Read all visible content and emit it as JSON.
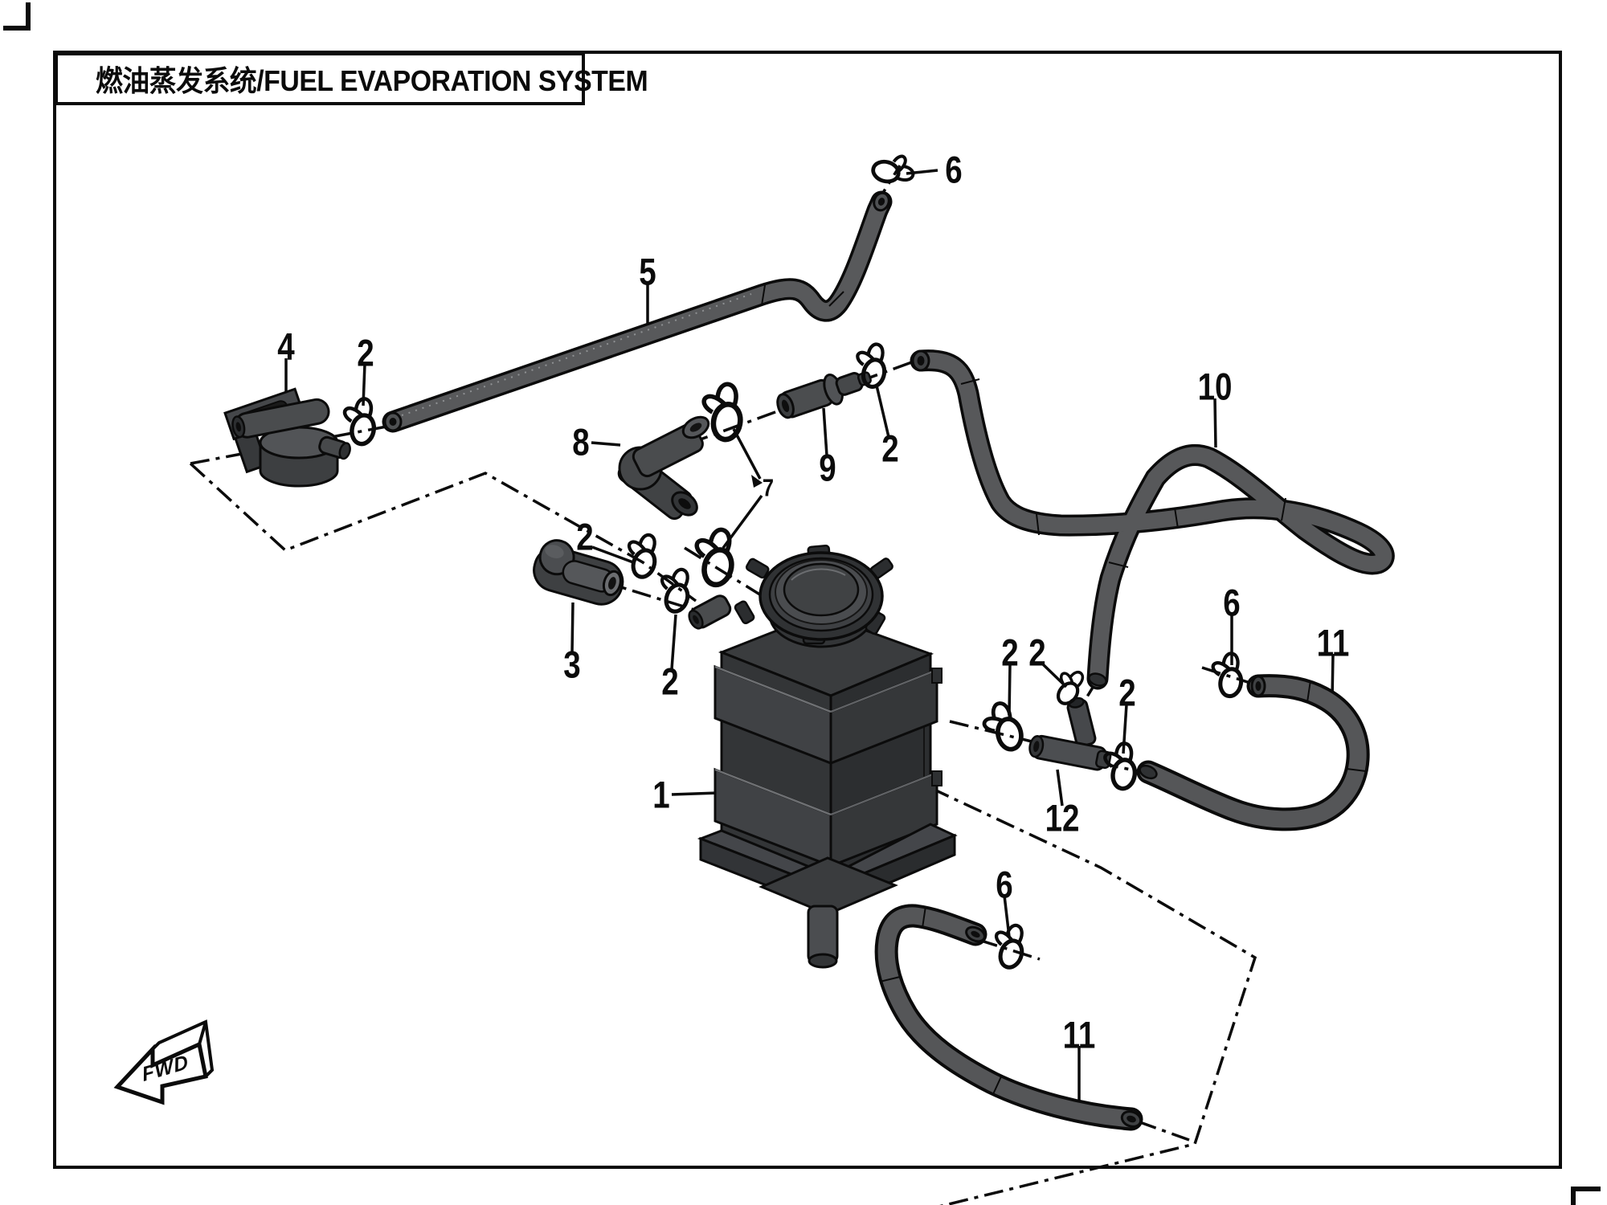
{
  "page": {
    "title": "燃油蒸发系统/FUEL EVAPORATION SYSTEM",
    "fwd_label": "FWD"
  },
  "colors": {
    "line": "#0b0b0b",
    "hose_fill": "#58595b",
    "part_fill": "#454749",
    "background": "#ffffff"
  },
  "callouts": [
    {
      "label": "6"
    },
    {
      "label": "5"
    },
    {
      "label": "4"
    },
    {
      "label": "2"
    },
    {
      "label": "8"
    },
    {
      "label": "9"
    },
    {
      "label": "2"
    },
    {
      "label": "10"
    },
    {
      "label": "7"
    },
    {
      "label": "2"
    },
    {
      "label": "3"
    },
    {
      "label": "2"
    },
    {
      "label": "1"
    },
    {
      "label": "2"
    },
    {
      "label": "2"
    },
    {
      "label": "2"
    },
    {
      "label": "12"
    },
    {
      "label": "6"
    },
    {
      "label": "11"
    },
    {
      "label": "6"
    },
    {
      "label": "11"
    }
  ]
}
